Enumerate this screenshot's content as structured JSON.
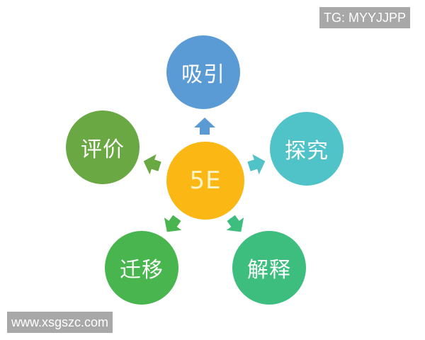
{
  "watermarks": {
    "top_right": "TG: MYYJJPP",
    "bottom_left": "www.xsgszc.com"
  },
  "diagram": {
    "center": {
      "label": "5E",
      "color": "#FBB713"
    },
    "nodes": [
      {
        "label": "吸引",
        "color": "#5B9BD5",
        "position": "top"
      },
      {
        "label": "探究",
        "color": "#4FC3C8",
        "position": "right"
      },
      {
        "label": "解释",
        "color": "#3DBE7E",
        "position": "bottom-right"
      },
      {
        "label": "迁移",
        "color": "#48B54E",
        "position": "bottom-left"
      },
      {
        "label": "评价",
        "color": "#6AA843",
        "position": "left"
      }
    ]
  }
}
